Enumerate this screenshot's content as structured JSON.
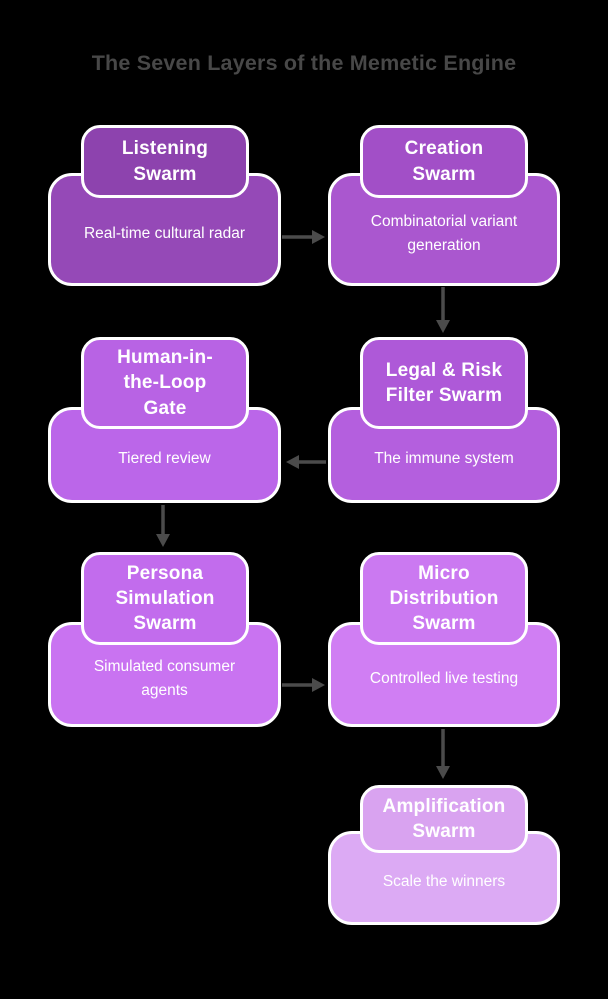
{
  "title": "The Seven Layers of the Memetic Engine",
  "colors": {
    "background": "#000000",
    "title_text": "#484848",
    "node_text": "#ffffff",
    "node_border": "#ffffff",
    "arrow": "#4b4b4b"
  },
  "layers": [
    {
      "order": 1,
      "name": "Listening Swarm",
      "label": "Listening\nSwarm",
      "description": "Real-time cultural radar",
      "header_color": "#8d43ae",
      "body_color": "#9549b7"
    },
    {
      "order": 2,
      "name": "Creation Swarm",
      "label": "Creation\nSwarm",
      "description": "Combinatorial variant\ngeneration",
      "header_color": "#a24fc7",
      "body_color": "#aa57cf"
    },
    {
      "order": 3,
      "name": "Legal & Risk Filter Swarm",
      "label": "Legal & Risk\nFilter Swarm",
      "description": "The immune system",
      "header_color": "#ae59d8",
      "body_color": "#b45fde"
    },
    {
      "order": 4,
      "name": "Human-in-the-Loop Gate",
      "label": "Human-in-\nthe-Loop\nGate",
      "description": "Tiered review",
      "header_color": "#b863e4",
      "body_color": "#bb66e9"
    },
    {
      "order": 5,
      "name": "Persona Simulation Swarm",
      "label": "Persona\nSimulation\nSwarm",
      "description": "Simulated consumer\nagents",
      "header_color": "#c26ced",
      "body_color": "#c973f1"
    },
    {
      "order": 6,
      "name": "Micro Distribution Swarm",
      "label": "Micro\nDistribution\nSwarm",
      "description": "Controlled live testing",
      "header_color": "#cb79f1",
      "body_color": "#d07ef3"
    },
    {
      "order": 7,
      "name": "Amplification Swarm",
      "label": "Amplification\nSwarm",
      "description": "Scale the winners",
      "header_color": "#d9a3f0",
      "body_color": "#dcaaf4"
    }
  ],
  "edges": [
    {
      "from": "Listening Swarm",
      "to": "Creation Swarm",
      "direction": "right"
    },
    {
      "from": "Creation Swarm",
      "to": "Legal & Risk Filter Swarm",
      "direction": "down"
    },
    {
      "from": "Legal & Risk Filter Swarm",
      "to": "Human-in-the-Loop Gate",
      "direction": "left"
    },
    {
      "from": "Human-in-the-Loop Gate",
      "to": "Persona Simulation Swarm",
      "direction": "down"
    },
    {
      "from": "Persona Simulation Swarm",
      "to": "Micro Distribution Swarm",
      "direction": "right"
    },
    {
      "from": "Micro Distribution Swarm",
      "to": "Amplification Swarm",
      "direction": "down"
    }
  ]
}
